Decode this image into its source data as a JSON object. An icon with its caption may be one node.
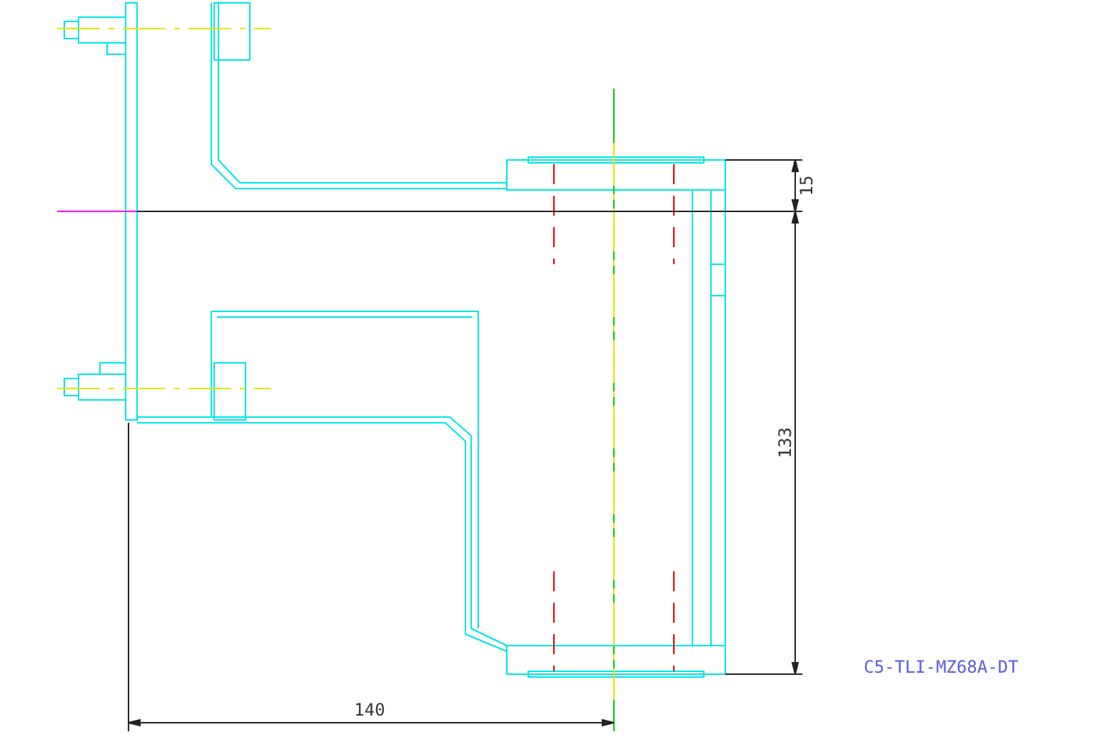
{
  "diagram": {
    "labels": [
      "15",
      "133",
      "140",
      "C5-TLI-MZ68A-DT"
    ]
  }
}
